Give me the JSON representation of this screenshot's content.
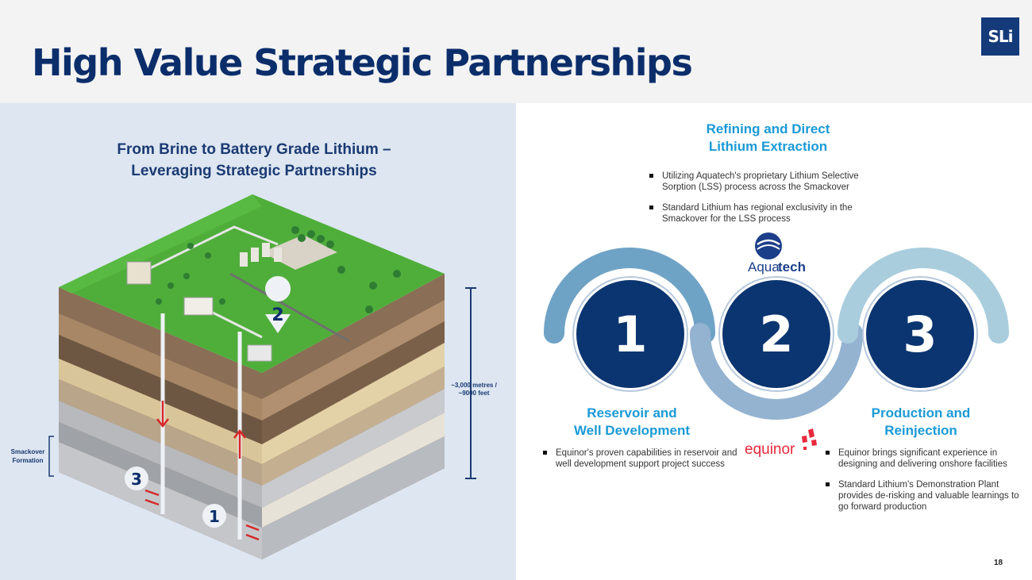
{
  "header": {
    "title": "High Value Strategic Partnerships",
    "logo_text": "SLi"
  },
  "left": {
    "subtitle_line1": "From Brine to Battery Grade Lithium –",
    "subtitle_line2": "Leveraging Strategic Partnerships",
    "marker_top": "2",
    "marker_left": "3",
    "marker_bottom": "1",
    "depth_line1": "~3,000 metres /",
    "depth_line2": "~9000 feet",
    "formation_line1": "Smackover",
    "formation_line2": "Formation"
  },
  "steps": {
    "one": "1",
    "two": "2",
    "three": "3"
  },
  "refining": {
    "title_line1": "Refining and Direct",
    "title_line2": "Lithium Extraction",
    "bullets": [
      "Utilizing Aquatech's proprietary Lithium Selective Sorption (LSS) process across the Smackover",
      "Standard Lithium has regional exclusivity in the Smackover for the LSS process"
    ]
  },
  "reservoir": {
    "title_line1": "Reservoir and",
    "title_line2": "Well Development",
    "bullets": [
      "Equinor's proven capabilities in reservoir and well development support project success"
    ]
  },
  "production": {
    "title_line1": "Production and",
    "title_line2": "Reinjection",
    "bullets": [
      "Equinor brings significant experience in designing and delivering onshore facilities",
      "Standard Lithium's Demonstration Plant provides de-risking and valuable learnings to go forward production"
    ]
  },
  "logos": {
    "aquatech_a": "Aqua",
    "aquatech_b": "tech",
    "equinor": "equinor"
  },
  "page_number": "18",
  "colors": {
    "navy": "#0b2e6b",
    "accent_blue": "#1a9ad6",
    "panel_bg": "#dde6f1",
    "arc_dark": "#6fa3c6",
    "arc_mid": "#94b3d1",
    "arc_light": "#a9cddd",
    "equinor_red": "#e8283c"
  }
}
